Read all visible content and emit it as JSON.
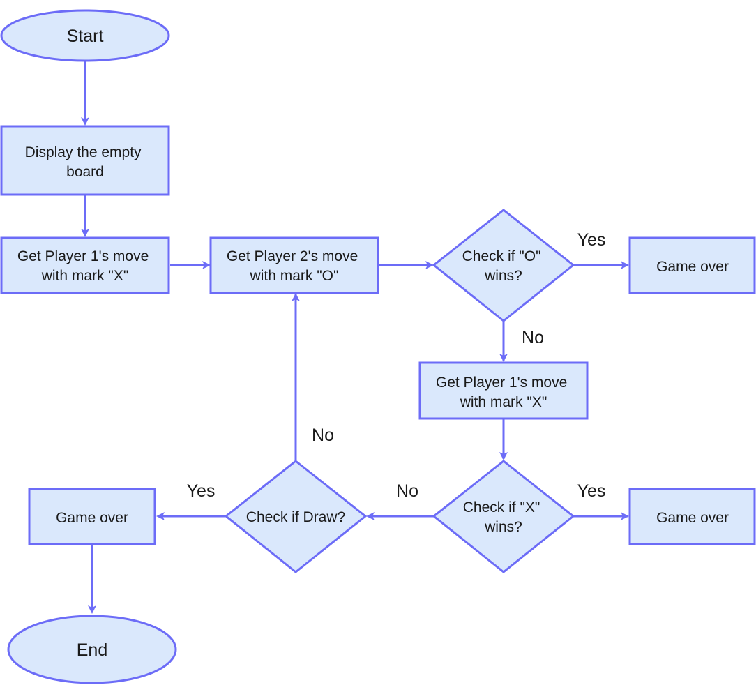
{
  "colors": {
    "node_fill": "#dae8fc",
    "stroke": "#6c6cf7",
    "text": "#1a1a1a"
  },
  "nodes": {
    "start": {
      "lines": [
        "Start"
      ]
    },
    "display_board": {
      "lines": [
        "Display the empty",
        "board"
      ]
    },
    "p1_move_first": {
      "lines": [
        "Get Player 1's move",
        "with mark \"X\""
      ]
    },
    "p2_move": {
      "lines": [
        "Get Player 2's move",
        "with mark \"O\""
      ]
    },
    "check_o_wins": {
      "lines": [
        "Check if  \"O\"",
        "wins?"
      ]
    },
    "game_over_o": {
      "lines": [
        "Game over"
      ]
    },
    "p1_move_second": {
      "lines": [
        "Get Player 1's move",
        "with mark \"X\""
      ]
    },
    "check_x_wins": {
      "lines": [
        "Check if  \"X\"",
        "wins?"
      ]
    },
    "game_over_x": {
      "lines": [
        "Game over"
      ]
    },
    "check_draw": {
      "lines": [
        "Check if Draw?"
      ]
    },
    "game_over_draw": {
      "lines": [
        "Game over"
      ]
    },
    "end": {
      "lines": [
        "End"
      ]
    }
  },
  "edge_labels": {
    "o_wins_yes": "Yes",
    "o_wins_no": "No",
    "x_wins_yes": "Yes",
    "x_wins_no": "No",
    "draw_yes": "Yes",
    "draw_no": "No"
  }
}
